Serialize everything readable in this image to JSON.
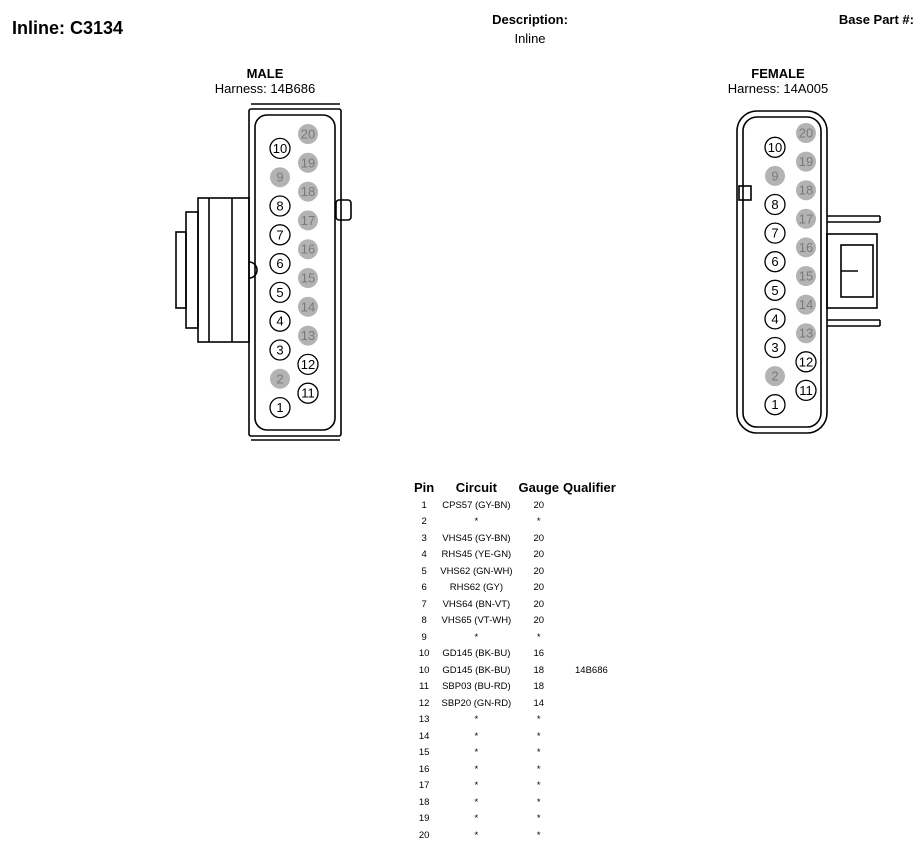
{
  "header": {
    "title": "Inline: C3134",
    "description_label": "Description:",
    "description_value": "Inline",
    "base_part_label": "Base Part #:"
  },
  "male": {
    "gender": "MALE",
    "harness": "Harness: 14B686",
    "pins": [
      {
        "n": "20",
        "filled": true
      },
      {
        "n": "10",
        "filled": false
      },
      {
        "n": "19",
        "filled": true
      },
      {
        "n": "9",
        "filled": true
      },
      {
        "n": "18",
        "filled": true
      },
      {
        "n": "8",
        "filled": false
      },
      {
        "n": "17",
        "filled": true
      },
      {
        "n": "7",
        "filled": false
      },
      {
        "n": "16",
        "filled": true
      },
      {
        "n": "6",
        "filled": false
      },
      {
        "n": "15",
        "filled": true
      },
      {
        "n": "5",
        "filled": false
      },
      {
        "n": "14",
        "filled": true
      },
      {
        "n": "4",
        "filled": false
      },
      {
        "n": "13",
        "filled": true
      },
      {
        "n": "3",
        "filled": false
      },
      {
        "n": "12",
        "filled": false
      },
      {
        "n": "2",
        "filled": true
      },
      {
        "n": "11",
        "filled": false
      },
      {
        "n": "1",
        "filled": false
      }
    ]
  },
  "female": {
    "gender": "FEMALE",
    "harness": "Harness: 14A005",
    "pins": [
      {
        "n": "20",
        "filled": true
      },
      {
        "n": "10",
        "filled": false
      },
      {
        "n": "19",
        "filled": true
      },
      {
        "n": "9",
        "filled": true
      },
      {
        "n": "18",
        "filled": true
      },
      {
        "n": "8",
        "filled": false
      },
      {
        "n": "17",
        "filled": true
      },
      {
        "n": "7",
        "filled": false
      },
      {
        "n": "16",
        "filled": true
      },
      {
        "n": "6",
        "filled": false
      },
      {
        "n": "15",
        "filled": true
      },
      {
        "n": "5",
        "filled": false
      },
      {
        "n": "14",
        "filled": true
      },
      {
        "n": "4",
        "filled": false
      },
      {
        "n": "13",
        "filled": true
      },
      {
        "n": "3",
        "filled": false
      },
      {
        "n": "12",
        "filled": false
      },
      {
        "n": "2",
        "filled": true
      },
      {
        "n": "11",
        "filled": false
      },
      {
        "n": "1",
        "filled": false
      }
    ]
  },
  "table": {
    "headers": [
      "Pin",
      "Circuit",
      "Gauge",
      "Qualifier"
    ],
    "rows": [
      [
        "1",
        "CPS57 (GY-BN)",
        "20",
        ""
      ],
      [
        "2",
        "*",
        "*",
        ""
      ],
      [
        "3",
        "VHS45 (GY-BN)",
        "20",
        ""
      ],
      [
        "4",
        "RHS45 (YE-GN)",
        "20",
        ""
      ],
      [
        "5",
        "VHS62 (GN-WH)",
        "20",
        ""
      ],
      [
        "6",
        "RHS62 (GY)",
        "20",
        ""
      ],
      [
        "7",
        "VHS64 (BN-VT)",
        "20",
        ""
      ],
      [
        "8",
        "VHS65 (VT-WH)",
        "20",
        ""
      ],
      [
        "9",
        "*",
        "*",
        ""
      ],
      [
        "10",
        "GD145 (BK-BU)",
        "16",
        ""
      ],
      [
        "10",
        "GD145 (BK-BU)",
        "18",
        "14B686"
      ],
      [
        "11",
        "SBP03 (BU-RD)",
        "18",
        ""
      ],
      [
        "12",
        "SBP20 (GN-RD)",
        "14",
        ""
      ],
      [
        "13",
        "*",
        "*",
        ""
      ],
      [
        "14",
        "*",
        "*",
        ""
      ],
      [
        "15",
        "*",
        "*",
        ""
      ],
      [
        "16",
        "*",
        "*",
        ""
      ],
      [
        "17",
        "*",
        "*",
        ""
      ],
      [
        "18",
        "*",
        "*",
        ""
      ],
      [
        "19",
        "*",
        "*",
        ""
      ],
      [
        "20",
        "*",
        "*",
        ""
      ]
    ]
  }
}
